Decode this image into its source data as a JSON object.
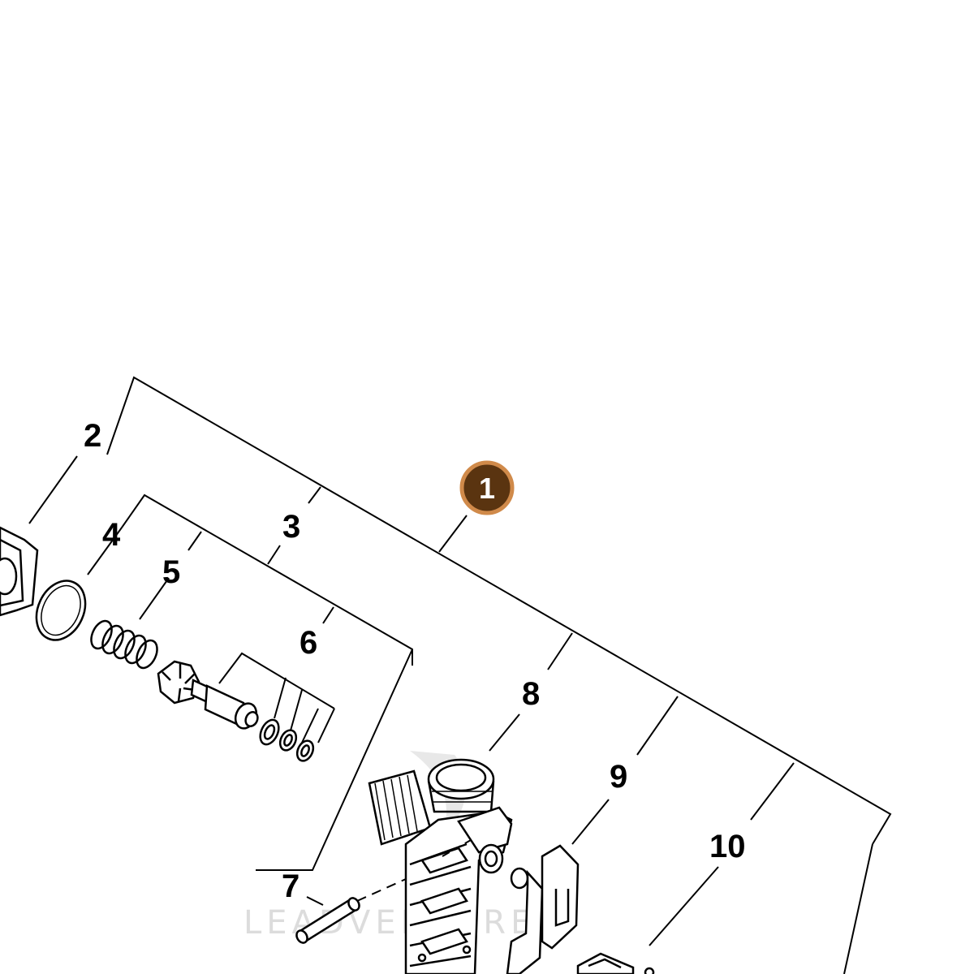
{
  "diagram": {
    "badge": {
      "number": "1",
      "fill": "#5a3410",
      "ring": "#d08a4a"
    },
    "callouts": [
      "2",
      "3",
      "4",
      "5",
      "6",
      "7",
      "8",
      "9",
      "10"
    ],
    "watermark": "LEADVENTURE",
    "line_color": "#000000"
  }
}
